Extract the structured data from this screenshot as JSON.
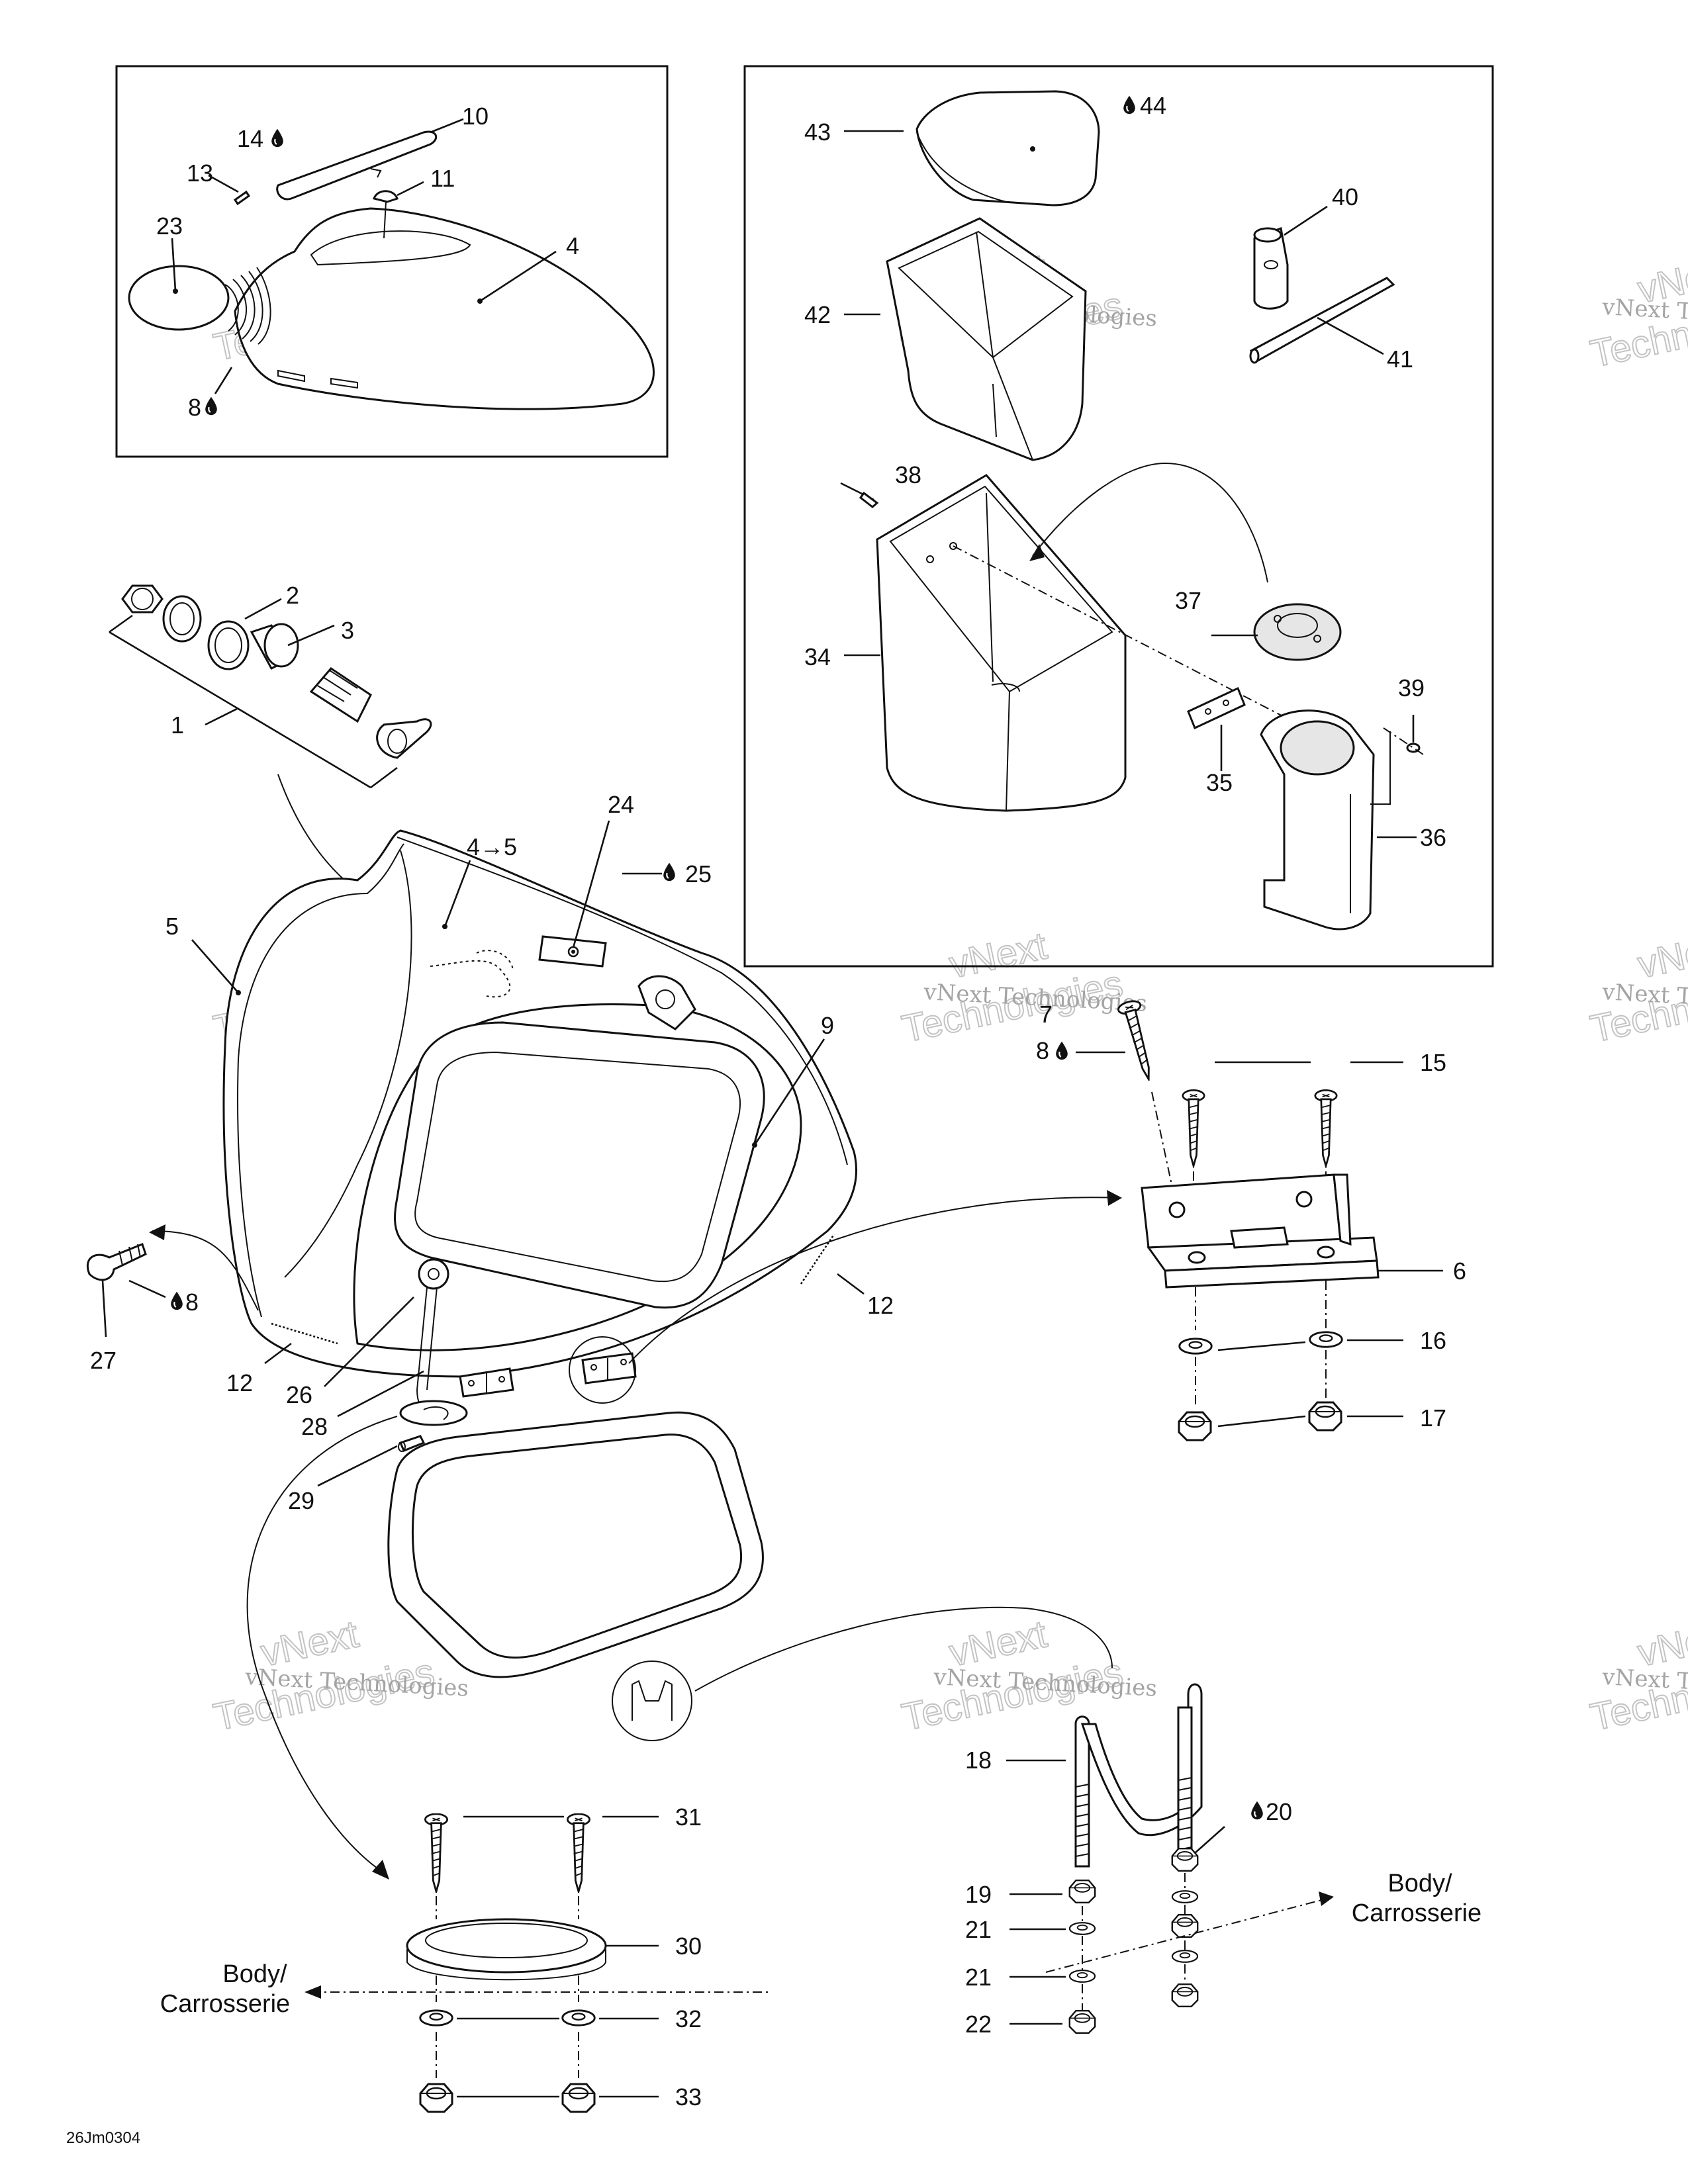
{
  "drawing_code": "26Jm0304",
  "watermark": {
    "line1": "vNext Technologies",
    "line2": "vNext",
    "line3": "Technologies"
  },
  "body_reference": {
    "line1": "Body/",
    "line2": "Carrosserie"
  },
  "callouts": {
    "c1": "1",
    "c2": "2",
    "c3": "3",
    "c4": "4",
    "c4to5": "4→5",
    "c5": "5",
    "c6": "6",
    "c7": "7",
    "c8a": "8",
    "c8b": "8",
    "c8c": "8",
    "c9": "9",
    "c10": "10",
    "c11": "11",
    "c12a": "12",
    "c12b": "12",
    "c13": "13",
    "c14": "14",
    "c15": "15",
    "c16": "16",
    "c17": "17",
    "c18": "18",
    "c19": "19",
    "c20": "20",
    "c21a": "21",
    "c21b": "21",
    "c22": "22",
    "c23": "23",
    "c24": "24",
    "c25": "25",
    "c26": "26",
    "c27": "27",
    "c28": "28",
    "c29": "29",
    "c30": "30",
    "c31": "31",
    "c32": "32",
    "c33": "33",
    "c34": "34",
    "c35": "35",
    "c36": "36",
    "c37": "37",
    "c38": "38",
    "c39": "39",
    "c40": "40",
    "c41": "41",
    "c42": "42",
    "c43": "43",
    "c44": "44"
  },
  "icons": {
    "lubricant": "drop-icon",
    "arrow": "arrow-icon"
  }
}
